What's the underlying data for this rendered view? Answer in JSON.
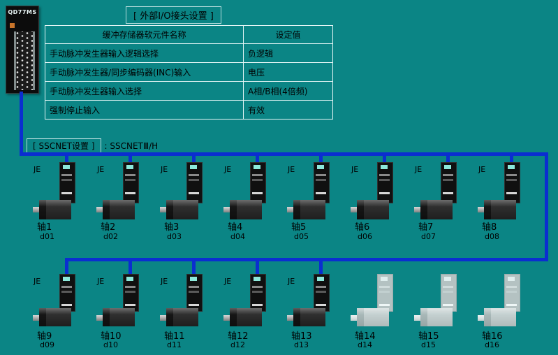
{
  "colors": {
    "background": "#0b8585",
    "cable": "#0b2ed0"
  },
  "module": {
    "label": "QD77MS"
  },
  "io_settings": {
    "title": "[ 外部I/O接头设置 ]",
    "col_headers": [
      "缓冲存储器软元件名称",
      "设定值"
    ],
    "rows": [
      {
        "name": "手动脉冲发生器输入逻辑选择",
        "value": "负逻辑"
      },
      {
        "name": "手动脉冲发生器/同步编码器(INC)输入",
        "value": "电压"
      },
      {
        "name": "手动脉冲发生器输入选择",
        "value": "A相/B相(4倍频)"
      },
      {
        "name": "强制停止输入",
        "value": "有效"
      }
    ]
  },
  "sscnet": {
    "label": "[ SSCNET设置 ]",
    "value": ": SSCNETⅢ/H"
  },
  "axes": [
    {
      "amp": "JE",
      "axis": "轴1",
      "device": "d01",
      "active": true
    },
    {
      "amp": "JE",
      "axis": "轴2",
      "device": "d02",
      "active": true
    },
    {
      "amp": "JE",
      "axis": "轴3",
      "device": "d03",
      "active": true
    },
    {
      "amp": "JE",
      "axis": "轴4",
      "device": "d04",
      "active": true
    },
    {
      "amp": "JE",
      "axis": "轴5",
      "device": "d05",
      "active": true
    },
    {
      "amp": "JE",
      "axis": "轴6",
      "device": "d06",
      "active": true
    },
    {
      "amp": "JE",
      "axis": "轴7",
      "device": "d07",
      "active": true
    },
    {
      "amp": "JE",
      "axis": "轴8",
      "device": "d08",
      "active": true
    },
    {
      "amp": "JE",
      "axis": "轴9",
      "device": "d09",
      "active": true
    },
    {
      "amp": "JE",
      "axis": "轴10",
      "device": "d10",
      "active": true
    },
    {
      "amp": "JE",
      "axis": "轴11",
      "device": "d11",
      "active": true
    },
    {
      "amp": "JE",
      "axis": "轴12",
      "device": "d12",
      "active": true
    },
    {
      "amp": "JE",
      "axis": "轴13",
      "device": "d13",
      "active": true
    },
    {
      "amp": "",
      "axis": "轴14",
      "device": "d14",
      "active": false
    },
    {
      "amp": "",
      "axis": "轴15",
      "device": "d15",
      "active": false
    },
    {
      "amp": "",
      "axis": "轴16",
      "device": "d16",
      "active": false
    }
  ]
}
